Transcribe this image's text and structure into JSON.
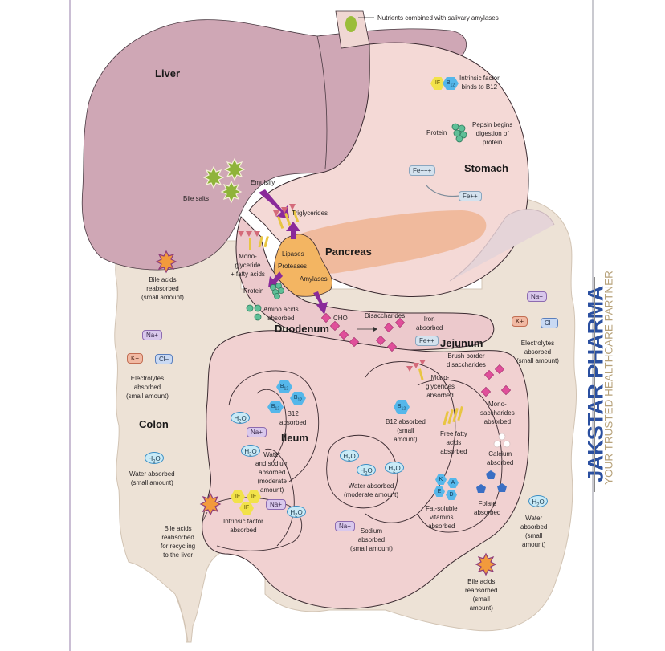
{
  "diagram": {
    "title": "Digestion and absorption along the gastrointestinal tract",
    "colors": {
      "liver": "#cfa7b5",
      "stomach": "#f4d9d6",
      "pancreas": "#eeb493",
      "small_intestine": "#f1d1d1",
      "colon": "#ede2d6",
      "enzyme_gland": "#f3b562",
      "arrow": "#8a2a9a",
      "brand_blue": "#2a4fa0",
      "brand_gold": "#b7a27a"
    },
    "esophagus": {
      "note": "Nutrients combined with salivary amylases"
    },
    "liver": {
      "title": "Liver",
      "bile_salts": "Bile salts",
      "emulsify": "Emulsify"
    },
    "stomach": {
      "title": "Stomach",
      "if_b12": {
        "if": "IF",
        "b12": "B12",
        "text": "Intrinsic factor\nbinds to B12"
      },
      "protein": "Protein",
      "pepsin": "Pepsin begins\ndigestion of\nprotein",
      "fe3": "Fe+++",
      "fe2": "Fe++"
    },
    "pancreas": {
      "title": "Pancreas",
      "enzymes": [
        "Lipases",
        "Proteases",
        "Amylases"
      ]
    },
    "duodenum": {
      "title": "Duodenum",
      "triglycerides": "Triglycerides",
      "monoglyceride": "Mono-\nglyceride\n+ fatty acids",
      "protein": "Protein",
      "amino_acids": "Amino acids\nabsorbed",
      "cho": "CHO",
      "disaccharides": "Disaccharides",
      "iron": "Iron\nabsorbed",
      "fe2": "Fe++"
    },
    "jejunum": {
      "title": "Jejunum",
      "brush_border": "Brush border\ndisaccharides",
      "monoglycerides": "Mono-\nglycerides\nabsorbed",
      "monosaccharides": "Mono-\nsaccharides\nabsorbed",
      "b12_absorbed": "B12 absorbed\n(small\namount)",
      "b12": "B12",
      "free_fatty": "Free fatty\nacids\nabsorbed",
      "calcium": "Calcium\nabsorbed",
      "fat_soluble": "Fat-soluble\nvitamins\nabsorbed",
      "vitamins": [
        "K",
        "A",
        "E",
        "D"
      ],
      "folate": "Folate\nabsorbed",
      "water": "Water absorbed\n(moderate amount)",
      "h2o": "H2O"
    },
    "ileum": {
      "title": "Ileum",
      "b12": "B12",
      "b12_absorbed": "B12\nabsorbed",
      "water_sodium": "Water\nand sodium\nabsorbed\n(moderate\namount)",
      "intrinsic": "Intrinsic factor\nabsorbed",
      "if": "IF",
      "na": "Na+",
      "h2o": "H2O",
      "sodium": "Sodium\nabsorbed\n(small amount)"
    },
    "colon": {
      "title": "Colon",
      "bile_upper": "Bile acids\nreabsorbed\n(small amount)",
      "electrolytes_left": "Electrolytes\nabsorbed\n(small amount)",
      "water_left": "Water absorbed\n(small amount)",
      "bile_recycle": "Bile acids\nreabsorbed\nfor recycling\nto the liver",
      "electrolytes_right": "Electrolytes\nabsorbed\n(small amount)",
      "water_right": "Water\nabsorbed\n(small\namount)",
      "bile_right": "Bile acids\nreabsorbed\n(small\namount)",
      "na": "Na+",
      "k": "K+",
      "cl": "Cl−",
      "h2o": "H2O"
    }
  },
  "brand": {
    "name": "JAKSTAR PHARMA",
    "tagline": "YOUR TRUSTED HEALTHCARE PARTNER"
  }
}
